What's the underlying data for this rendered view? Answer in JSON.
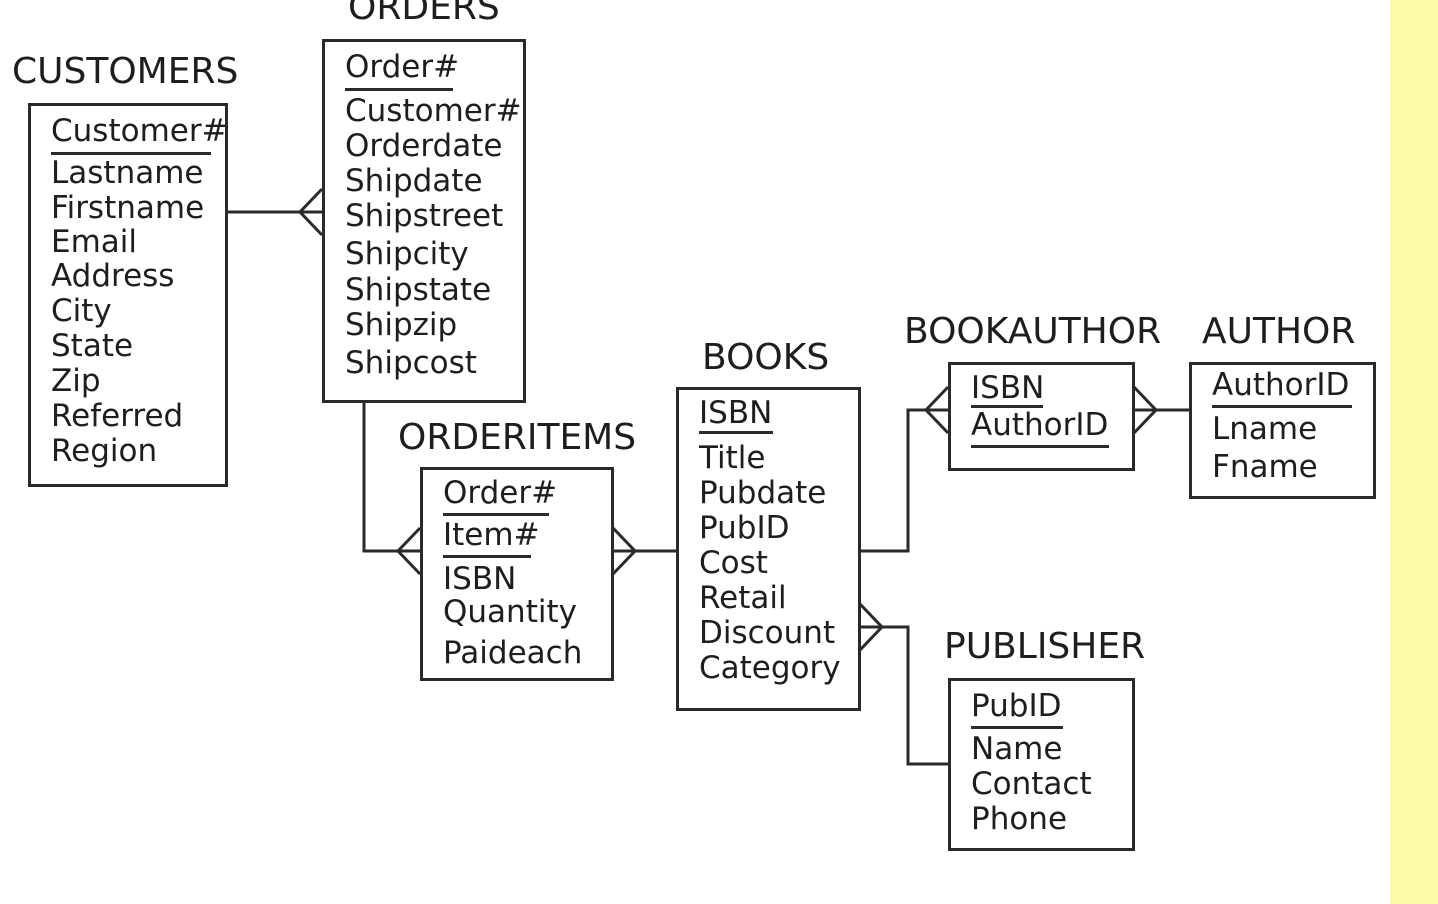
{
  "colors": {
    "line": "#2a2a2a",
    "text": "#1e1e1e",
    "accent_strip": "#fdfba8"
  },
  "entities": {
    "customers": {
      "title": "CUSTOMERS",
      "fields": [
        "Customer#",
        "Lastname",
        "Firstname",
        "Email",
        "Address",
        "City",
        "State",
        "Zip",
        "Referred",
        "Region"
      ]
    },
    "orders": {
      "title": "ORDERS",
      "fields": [
        "Order#",
        "Customer#",
        "Orderdate",
        "Shipdate",
        "Shipstreet",
        "Shipcity",
        "Shipstate",
        "Shipzip",
        "Shipcost"
      ]
    },
    "orderitems": {
      "title": "ORDERITEMS",
      "fields": [
        "Order#",
        "Item#",
        "ISBN",
        "Quantity",
        "Paideach"
      ]
    },
    "books": {
      "title": "BOOKS",
      "fields": [
        "ISBN",
        "Title",
        "Pubdate",
        "PubID",
        "Cost",
        "Retail",
        "Discount",
        "Category"
      ]
    },
    "bookauthor": {
      "title": "BOOKAUTHOR",
      "fields": [
        "ISBN",
        "AuthorID"
      ]
    },
    "author": {
      "title": "AUTHOR",
      "fields": [
        "AuthorID",
        "Lname",
        "Fname"
      ]
    },
    "publisher": {
      "title": "PUBLISHER",
      "fields": [
        "PubID",
        "Name",
        "Contact",
        "Phone"
      ]
    }
  }
}
